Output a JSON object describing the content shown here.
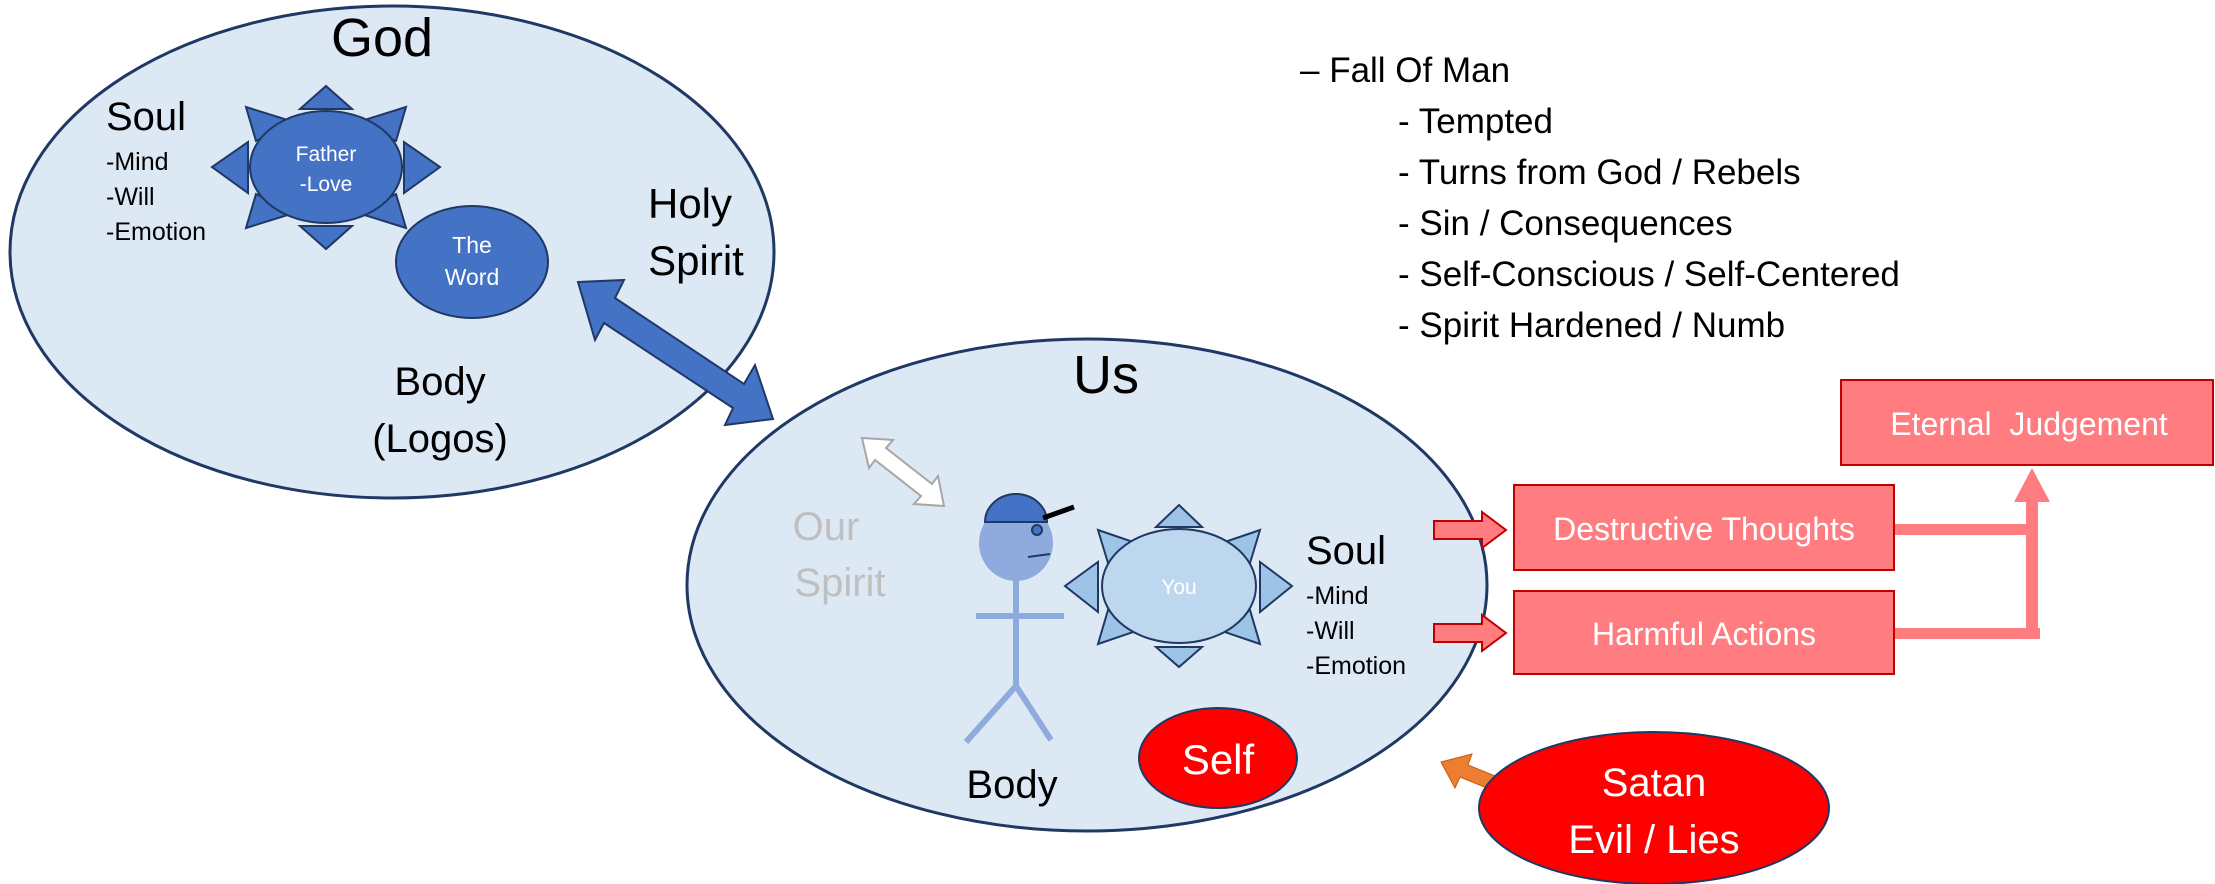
{
  "god": {
    "title": "God",
    "soul_title": "Soul",
    "soul_items": [
      "-Mind",
      "-Will",
      "-Emotion"
    ],
    "father_line1": "Father",
    "father_line2": "-Love",
    "word_line1": "The",
    "word_line2": "Word",
    "body_line1": "Body",
    "body_line2": "(Logos)"
  },
  "holy_spirit": {
    "line1": "Holy",
    "line2": "Spirit"
  },
  "fall_of_man": {
    "heading": "– Fall Of Man",
    "items": [
      "- Tempted",
      "- Turns from God / Rebels",
      "- Sin / Consequences",
      "- Self-Conscious / Self-Centered",
      "- Spirit Hardened / Numb"
    ]
  },
  "us": {
    "title": "Us",
    "spirit_line1": "Our",
    "spirit_line2": "Spirit",
    "you_label": "You",
    "soul_title": "Soul",
    "soul_items": [
      "-Mind",
      "-Will",
      "-Emotion"
    ],
    "body_label": "Body",
    "self_label": "Self"
  },
  "outcomes": {
    "destructive": "Destructive Thoughts",
    "harmful": "Harmful Actions",
    "eternal": "Eternal  Judgement"
  },
  "satan": {
    "line1": "Satan",
    "line2": "Evil / Lies"
  },
  "colors": {
    "ellipse_fill": "#dde8f5",
    "ellipse_stroke": "#1f3864",
    "god_blue": "#4472c4",
    "us_blue": "#8faadc",
    "us_blue_light": "#bdd7ee",
    "pink": "#ff7c80",
    "red": "#ff0000",
    "orange": "#ed7d31",
    "grey_text": "#bfbfbf"
  },
  "icons": {
    "god_sun": "sun-icon",
    "us_sun": "sun-icon",
    "stick_figure": "person-with-cap-icon"
  }
}
